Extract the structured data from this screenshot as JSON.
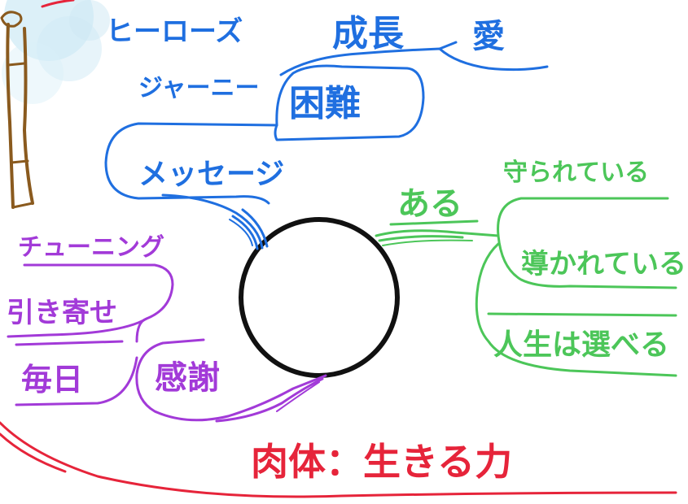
{
  "colors": {
    "blue": "#1f6fe0",
    "green": "#4cc659",
    "purple": "#a23ad8",
    "red": "#e6243a",
    "center": "#111111",
    "pole": "#8a5a1e",
    "sky": "#7fc6e8"
  },
  "blue_branch": {
    "heroes_journey_line1": "ヒーローズ",
    "heroes_journey_line2": "ジャーニー",
    "growth": "成長",
    "love": "愛",
    "difficulty": "困難",
    "message": "メッセージ"
  },
  "green_branch": {
    "aru": "ある",
    "protected": "守られている",
    "guided": "導かれている",
    "choose_life": "人生は選べる"
  },
  "purple_branch": {
    "tuning": "チューニング",
    "attraction": "引き寄せ",
    "everyday": "毎日",
    "gratitude": "感謝"
  },
  "red_branch": {
    "body": "肉体：生きる力"
  },
  "center_node": {
    "label": ""
  }
}
